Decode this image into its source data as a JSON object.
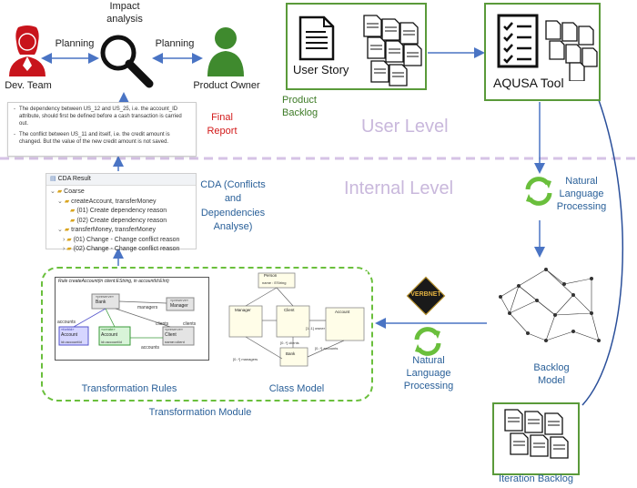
{
  "top": {
    "impact_analysis": "Impact\nanalysis",
    "planning_left": "Planning",
    "planning_right": "Planning",
    "dev_team": "Dev. Team",
    "product_owner": "Product Owner",
    "final_report": "Final\nReport"
  },
  "report": {
    "line1": "The dependency between US_12 and US_25, i.e. the account_ID attribute, should first be defined before a cash transaction is carried out.",
    "line2": "The conflict between US_11 and itself, i.e. the credit amount is changed. But the value of the new credit amount is not saved."
  },
  "backlog": {
    "user_story": "User Story",
    "product_backlog": "Product\nBacklog",
    "aqusa_tool": "AQUSA Tool"
  },
  "levels": {
    "user": "User Level",
    "internal": "Internal Level"
  },
  "nlp": {
    "top": "Natural\nLanguage\nProcessing",
    "bottom": "Natural\nLanguage\nProcessing"
  },
  "cda": {
    "label": "CDA (Conflicts\nand\nDependencies\nAnalyse)",
    "window_title": "CDA Result",
    "tree": [
      "Coarse",
      "createAccount, transferMoney",
      "(01) Create dependency reason",
      "(02) Create dependency reason",
      "transferMoney, transferMoney",
      "(01) Change - Change conflict reason",
      "(02) Change - Change conflict reason"
    ]
  },
  "module": {
    "transformation_rules": "Transformation Rules",
    "class_model": "Class Model",
    "transformation_module": "Transformation Module",
    "rule_title": "Rule createAccount(in client:EString, in accountId:EInt)",
    "rule_nodes": {
      "bank": "Bank",
      "manager": "Manager",
      "managers": "managers",
      "clients": "clients",
      "client": "Client",
      "account_create": "Account",
      "account_left": "Account",
      "accounts": "accounts",
      "id_accountid": "id=accountId",
      "name_client": "name=client",
      "preserve": "«preserve»",
      "create": "«create»",
      "forbid": "«forbid»"
    },
    "class_nodes": {
      "person": "Person",
      "name_string": "name : EString",
      "manager": "Manager",
      "client": "Client",
      "account": "Account",
      "bank": "Bank",
      "managers": "[0..*] managers",
      "clients": "[0..*] clients",
      "accounts": "[0..*] accounts",
      "owner": "[1..1] owner"
    }
  },
  "right": {
    "verbnet": "VERBNET",
    "backlog_model": "Backlog\nModel",
    "iteration_backlog": "Iteration Backlog"
  },
  "colors": {
    "green_border": "#5a9a3a",
    "arrow_blue": "#4a74c4",
    "red_person": "#c8141c",
    "green_person": "#3f8a2e",
    "level_text": "#c9b8dc",
    "dashed_line": "#d6c3e6"
  }
}
